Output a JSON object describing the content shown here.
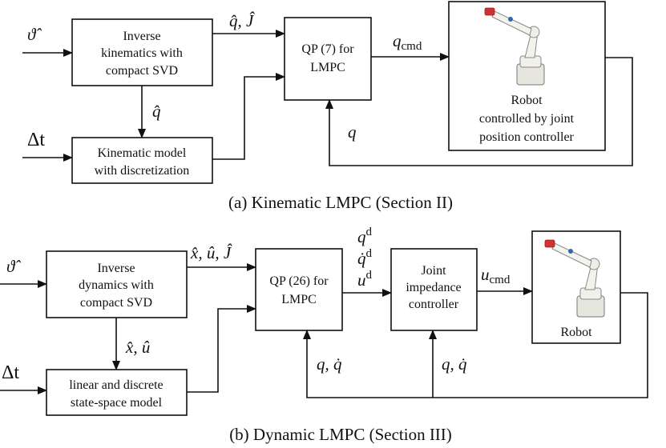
{
  "top": {
    "caption": "(a) Kinematic LMPC (Section II)",
    "ik_block": [
      "Inverse",
      "kinematics with",
      "compact SVD"
    ],
    "km_block": [
      "Kinematic model",
      "with discretization"
    ],
    "qp_block": [
      "QP (7) for",
      "LMPC"
    ],
    "robot_block": [
      "Robot",
      "controlled by joint",
      "position controller"
    ],
    "sig_theta": "ϑ̂",
    "sig_dt": "Δt",
    "sig_qhat": "q̂",
    "sig_qj": "q̂, Ĵ",
    "sig_qcmd": "q",
    "sig_qcmd_sub": "cmd",
    "sig_q": "q"
  },
  "bottom": {
    "caption": "(b) Dynamic LMPC (Section III)",
    "id_block": [
      "Inverse",
      "dynamics with",
      "compact SVD"
    ],
    "ss_block": [
      "linear and discrete",
      "state-space model"
    ],
    "qp_block": [
      "QP (26) for",
      "LMPC"
    ],
    "ji_block": [
      "Joint",
      "impedance",
      "controller"
    ],
    "robot_block": [
      "Robot"
    ],
    "sig_theta": "ϑ̂",
    "sig_dt": "Δt",
    "sig_xu": "x̂, û",
    "sig_xuj": "x̂, û, Ĵ",
    "sig_qd": "q",
    "sig_qd_sup": "d",
    "sig_qdotd": "q̇",
    "sig_qdotd_sup": "d",
    "sig_ud": "u",
    "sig_ud_sup": "d",
    "sig_ucmd": "u",
    "sig_ucmd_sub": "cmd",
    "sig_fb1": "q, q̇",
    "sig_fb2": "q, q̇"
  }
}
